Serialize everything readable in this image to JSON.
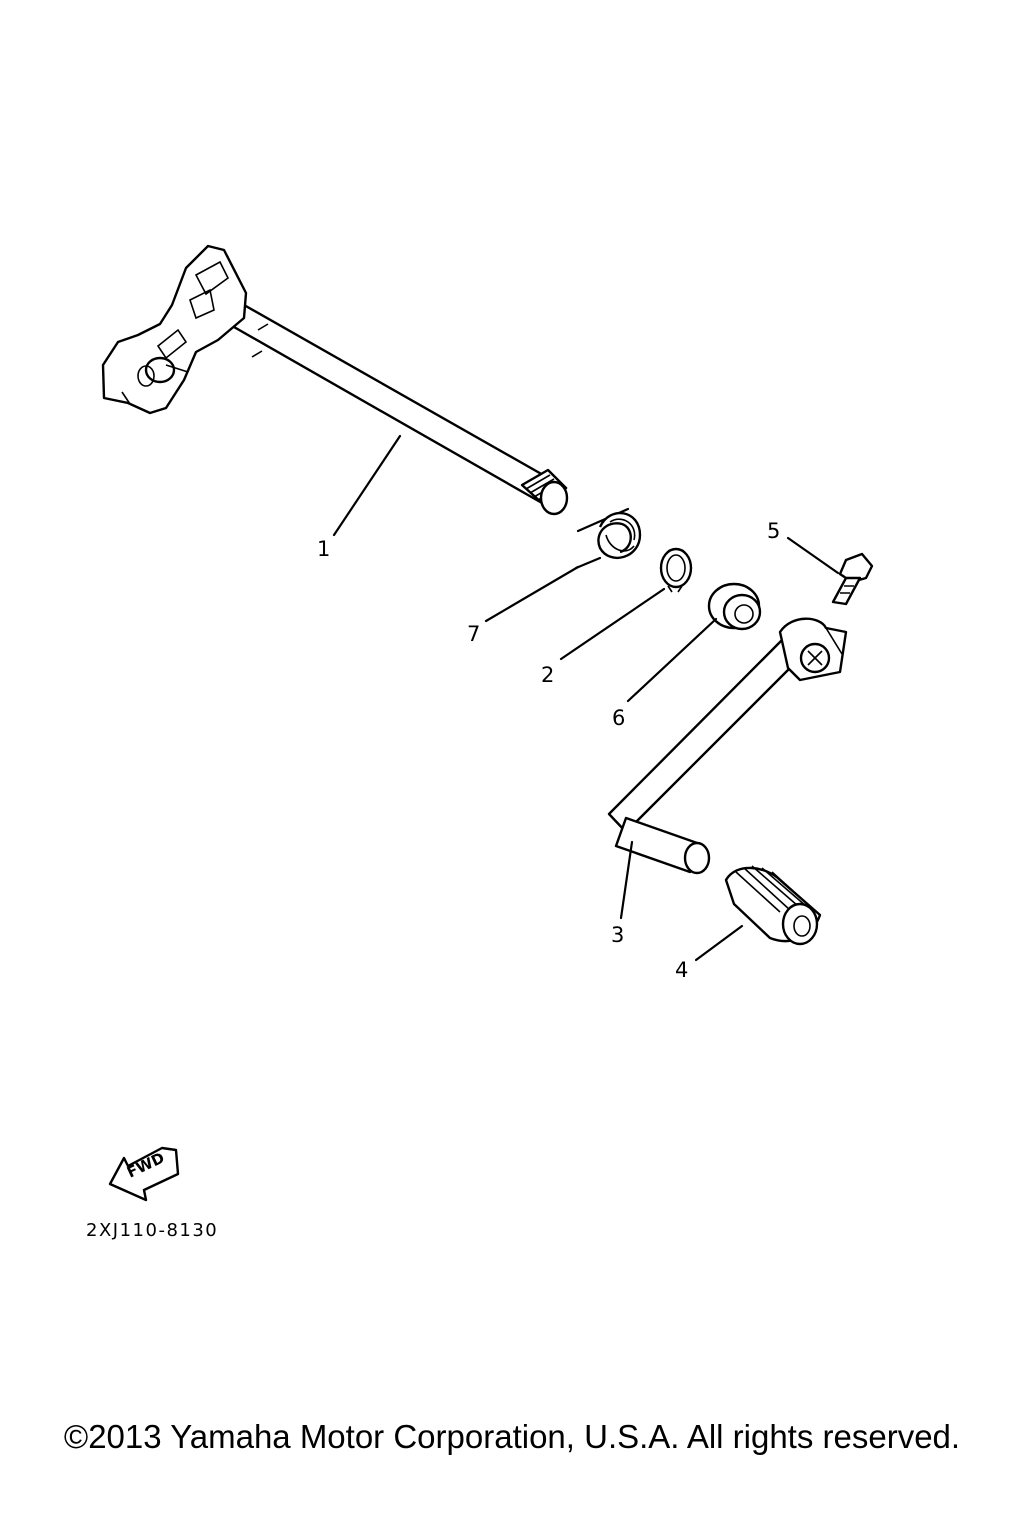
{
  "parts": [
    {
      "ref": "1"
    },
    {
      "ref": "7"
    },
    {
      "ref": "2"
    },
    {
      "ref": "6"
    },
    {
      "ref": "5"
    },
    {
      "ref": "3"
    },
    {
      "ref": "4"
    }
  ],
  "fwd_label": "FWD",
  "diagram_code": "2XJ110-8130",
  "copyright": "©2013 Yamaha Motor Corporation, U.S.A. All rights reserved."
}
